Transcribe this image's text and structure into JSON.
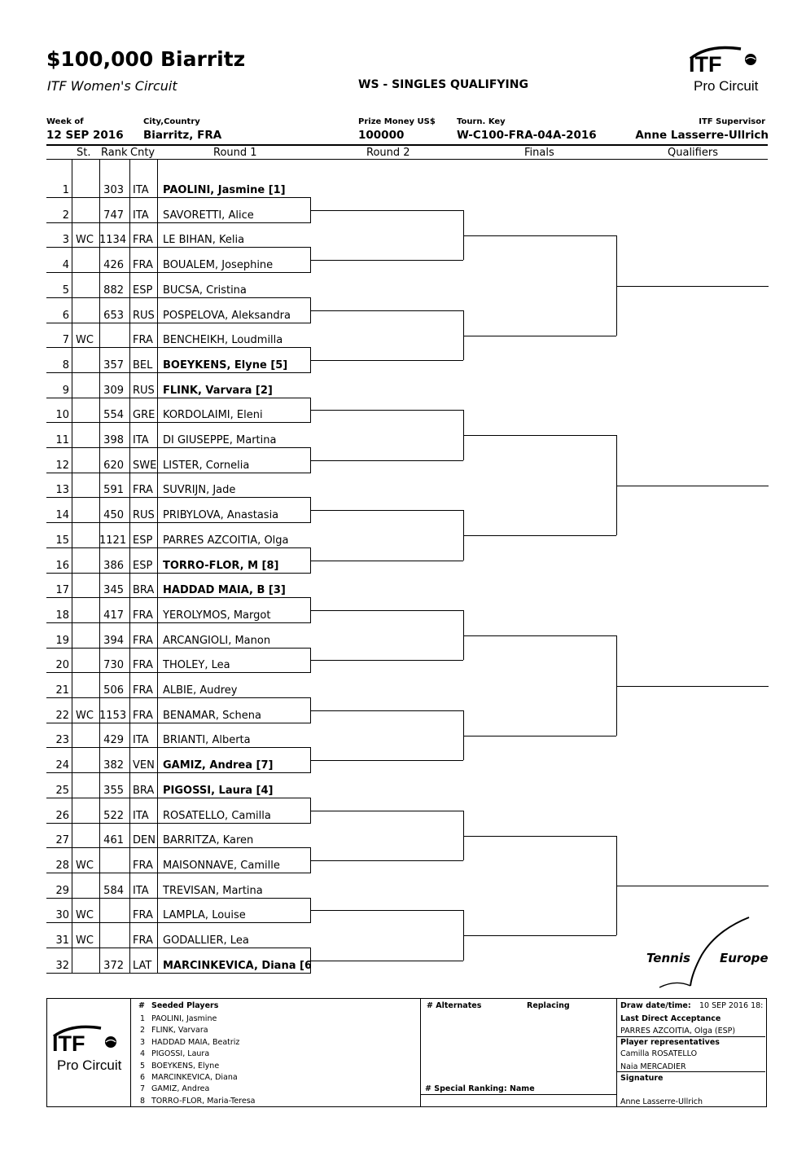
{
  "header": {
    "title": "$100,000 Biarritz",
    "subtitle": "ITF Women's Circuit",
    "event": "WS - SINGLES QUALIFYING",
    "logo_top": "ITF",
    "logo_bottom": "Pro Circuit"
  },
  "info": {
    "week_label": "Week of",
    "week": "12 SEP 2016",
    "city_label": "City,Country",
    "city": "Biarritz, FRA",
    "prize_label": "Prize Money US$",
    "prize": "100000",
    "key_label": "Tourn. Key",
    "key": "W-C100-FRA-04A-2016",
    "supervisor_label": "ITF Supervisor",
    "supervisor": "Anne Lasserre-Ullrich"
  },
  "columns": {
    "st": "St.",
    "rank": "Rank",
    "cnty": "Cnty",
    "round1": "Round 1",
    "round2": "Round 2",
    "finals": "Finals",
    "qualifiers": "Qualifiers"
  },
  "players": [
    {
      "num": "1",
      "st": "",
      "rank": "303",
      "cnty": "ITA",
      "name": "PAOLINI, Jasmine [1]",
      "seed": true
    },
    {
      "num": "2",
      "st": "",
      "rank": "747",
      "cnty": "ITA",
      "name": "SAVORETTI, Alice",
      "seed": false
    },
    {
      "num": "3",
      "st": "WC",
      "rank": "1134",
      "cnty": "FRA",
      "name": "LE BIHAN, Kelia",
      "seed": false
    },
    {
      "num": "4",
      "st": "",
      "rank": "426",
      "cnty": "FRA",
      "name": "BOUALEM, Josephine",
      "seed": false
    },
    {
      "num": "5",
      "st": "",
      "rank": "882",
      "cnty": "ESP",
      "name": "BUCSA, Cristina",
      "seed": false
    },
    {
      "num": "6",
      "st": "",
      "rank": "653",
      "cnty": "RUS",
      "name": "POSPELOVA, Aleksandra",
      "seed": false
    },
    {
      "num": "7",
      "st": "WC",
      "rank": "",
      "cnty": "FRA",
      "name": "BENCHEIKH, Loudmilla",
      "seed": false
    },
    {
      "num": "8",
      "st": "",
      "rank": "357",
      "cnty": "BEL",
      "name": "BOEYKENS, Elyne [5]",
      "seed": true
    },
    {
      "num": "9",
      "st": "",
      "rank": "309",
      "cnty": "RUS",
      "name": "FLINK, Varvara [2]",
      "seed": true
    },
    {
      "num": "10",
      "st": "",
      "rank": "554",
      "cnty": "GRE",
      "name": "KORDOLAIMI, Eleni",
      "seed": false
    },
    {
      "num": "11",
      "st": "",
      "rank": "398",
      "cnty": "ITA",
      "name": "DI GIUSEPPE, Martina",
      "seed": false
    },
    {
      "num": "12",
      "st": "",
      "rank": "620",
      "cnty": "SWE",
      "name": "LISTER, Cornelia",
      "seed": false
    },
    {
      "num": "13",
      "st": "",
      "rank": "591",
      "cnty": "FRA",
      "name": "SUVRIJN, Jade",
      "seed": false
    },
    {
      "num": "14",
      "st": "",
      "rank": "450",
      "cnty": "RUS",
      "name": "PRIBYLOVA, Anastasia",
      "seed": false
    },
    {
      "num": "15",
      "st": "",
      "rank": "1121",
      "cnty": "ESP",
      "name": "PARRES AZCOITIA, Olga",
      "seed": false
    },
    {
      "num": "16",
      "st": "",
      "rank": "386",
      "cnty": "ESP",
      "name": "TORRO-FLOR, M [8]",
      "seed": true
    },
    {
      "num": "17",
      "st": "",
      "rank": "345",
      "cnty": "BRA",
      "name": "HADDAD MAIA, B [3]",
      "seed": true
    },
    {
      "num": "18",
      "st": "",
      "rank": "417",
      "cnty": "FRA",
      "name": "YEROLYMOS, Margot",
      "seed": false
    },
    {
      "num": "19",
      "st": "",
      "rank": "394",
      "cnty": "FRA",
      "name": "ARCANGIOLI, Manon",
      "seed": false
    },
    {
      "num": "20",
      "st": "",
      "rank": "730",
      "cnty": "FRA",
      "name": "THOLEY, Lea",
      "seed": false
    },
    {
      "num": "21",
      "st": "",
      "rank": "506",
      "cnty": "FRA",
      "name": "ALBIE, Audrey",
      "seed": false
    },
    {
      "num": "22",
      "st": "WC",
      "rank": "1153",
      "cnty": "FRA",
      "name": "BENAMAR, Schena",
      "seed": false
    },
    {
      "num": "23",
      "st": "",
      "rank": "429",
      "cnty": "ITA",
      "name": "BRIANTI, Alberta",
      "seed": false
    },
    {
      "num": "24",
      "st": "",
      "rank": "382",
      "cnty": "VEN",
      "name": "GAMIZ, Andrea [7]",
      "seed": true
    },
    {
      "num": "25",
      "st": "",
      "rank": "355",
      "cnty": "BRA",
      "name": "PIGOSSI, Laura [4]",
      "seed": true
    },
    {
      "num": "26",
      "st": "",
      "rank": "522",
      "cnty": "ITA",
      "name": "ROSATELLO, Camilla",
      "seed": false
    },
    {
      "num": "27",
      "st": "",
      "rank": "461",
      "cnty": "DEN",
      "name": "BARRITZA, Karen",
      "seed": false
    },
    {
      "num": "28",
      "st": "WC",
      "rank": "",
      "cnty": "FRA",
      "name": "MAISONNAVE, Camille",
      "seed": false
    },
    {
      "num": "29",
      "st": "",
      "rank": "584",
      "cnty": "ITA",
      "name": "TREVISAN, Martina",
      "seed": false
    },
    {
      "num": "30",
      "st": "WC",
      "rank": "",
      "cnty": "FRA",
      "name": "LAMPLA, Louise",
      "seed": false
    },
    {
      "num": "31",
      "st": "WC",
      "rank": "",
      "cnty": "FRA",
      "name": "GODALLIER, Lea",
      "seed": false
    },
    {
      "num": "32",
      "st": "",
      "rank": "372",
      "cnty": "LAT",
      "name": "MARCINKEVICA, Diana [6",
      "seed": true
    }
  ],
  "sponsor": {
    "left": "Tennis",
    "right": "Europe"
  },
  "footer": {
    "seeded_title": "Seeded Players",
    "hash": "#",
    "seeded": [
      {
        "n": "1",
        "name": "PAOLINI, Jasmine"
      },
      {
        "n": "2",
        "name": "FLINK, Varvara"
      },
      {
        "n": "3",
        "name": "HADDAD MAIA, Beatriz"
      },
      {
        "n": "4",
        "name": "PIGOSSI, Laura"
      },
      {
        "n": "5",
        "name": "BOEYKENS, Elyne"
      },
      {
        "n": "6",
        "name": "MARCINKEVICA, Diana"
      },
      {
        "n": "7",
        "name": "GAMIZ, Andrea"
      },
      {
        "n": "8",
        "name": "TORRO-FLOR, Maria-Teresa"
      }
    ],
    "alternates_title": "# Alternates",
    "replacing_title": "Replacing",
    "special_ranking": "# Special Ranking: Name",
    "draw_date_label": "Draw date/time:",
    "draw_date": "10 SEP 2016 18:",
    "lda_label": "Last Direct Acceptance",
    "lda": "PARRES AZCOITIA, Olga (ESP)",
    "reps_label": "Player representatives",
    "reps": [
      "Camilla ROSATELLO",
      "Naia MERCADIER"
    ],
    "signature_label": "Signature",
    "signature": "Anne Lasserre-Ullrich"
  }
}
